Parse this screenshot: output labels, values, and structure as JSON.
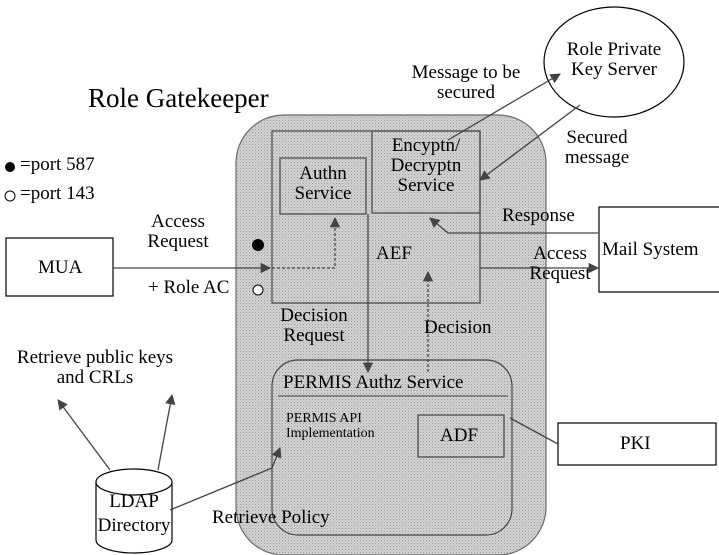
{
  "title": "Role Gatekeeper",
  "legend": {
    "port587": "=port 587",
    "port143": "=port 143"
  },
  "nodes": {
    "mua": "MUA",
    "mail_system": "Mail System",
    "pki": "PKI",
    "ldap": [
      "LDAP",
      "Directory"
    ],
    "role_key_server": [
      "Role Private",
      "Key Server"
    ],
    "aef": "AEF",
    "authn": [
      "Authn",
      "Service"
    ],
    "encrypt": [
      "Encyptn/",
      "Decryptn",
      "Service"
    ],
    "permis": "PERMIS Authz Service",
    "permis_api": [
      "PERMIS API",
      "Implementation"
    ],
    "adf": "ADF"
  },
  "flows": {
    "access_request_left": [
      "Access",
      "Request"
    ],
    "role_ac": "+ Role AC",
    "message_to_be_secured": [
      "Message to be",
      "secured"
    ],
    "secured_message": [
      "Secured",
      "message"
    ],
    "response": "Response",
    "access_request_right": [
      "Access",
      "Request"
    ],
    "decision_request": [
      "Decision",
      "Request"
    ],
    "decision": "Decision",
    "retrieve_keys": [
      "Retrieve public keys",
      "and CRLs"
    ],
    "retrieve_policy": "Retrieve Policy"
  },
  "colors": {
    "gatekeeper_fill": "#c6c6c6",
    "box_stroke": "#000000",
    "arrow": "#555555"
  }
}
